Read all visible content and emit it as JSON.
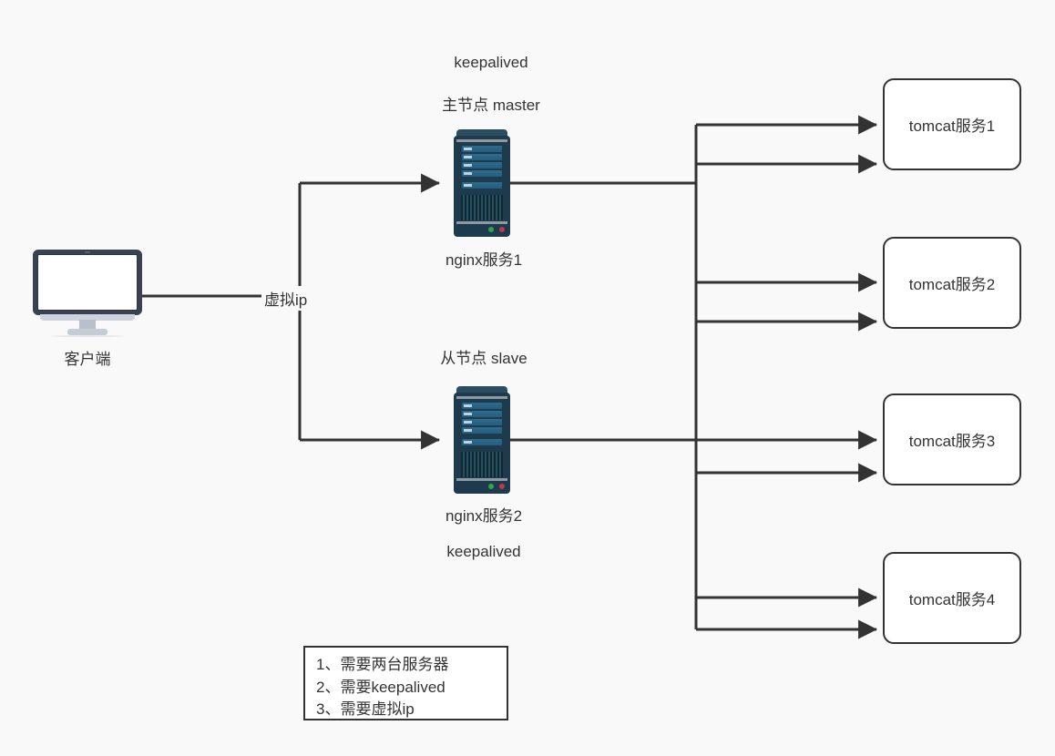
{
  "diagram": {
    "title": "nginx keepalived high availability architecture",
    "background_color": "#f9f9f9",
    "line_color": "#333333",
    "box_border_color": "#333333",
    "server_color": "#1d3b4d"
  },
  "client": {
    "label": "客户端",
    "icon": "monitor-icon"
  },
  "link_labels": {
    "virtual_ip": "虚拟ip"
  },
  "keepalived": {
    "top_label": "keepalived",
    "bottom_label": "keepalived"
  },
  "nodes": {
    "master": {
      "role_label": "主节点 master",
      "service_label": "nginx服务1",
      "icon": "server-icon"
    },
    "slave": {
      "role_label": "从节点 slave",
      "service_label": "nginx服务2",
      "icon": "server-icon"
    }
  },
  "tomcat_services": [
    {
      "label": "tomcat服务1"
    },
    {
      "label": "tomcat服务2"
    },
    {
      "label": "tomcat服务3"
    },
    {
      "label": "tomcat服务4"
    }
  ],
  "notes": {
    "items": [
      "1、需要两台服务器",
      "2、需要keepalived",
      "3、需要虚拟ip"
    ]
  }
}
